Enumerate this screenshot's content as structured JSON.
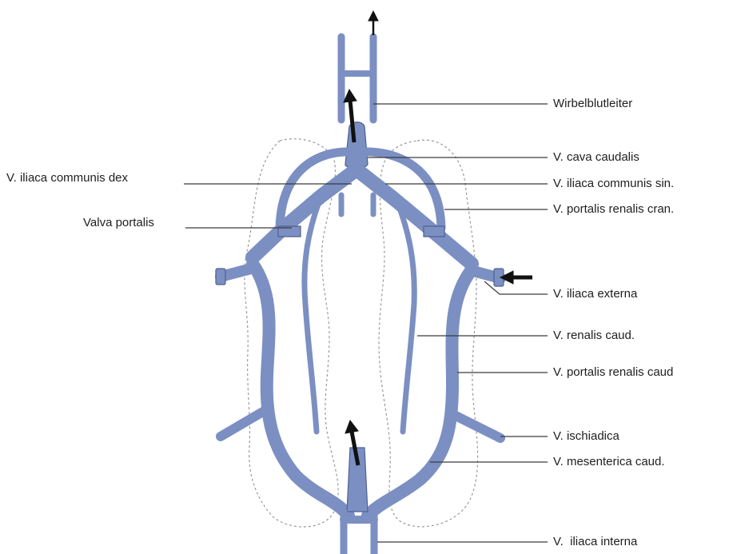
{
  "labels": {
    "wirbelblutleiter": "Wirbelblutleiter",
    "cava_caudalis": "V. cava caudalis",
    "iliaca_communis_dex": "V. iliaca communis dex",
    "iliaca_communis_sin": "V. iliaca communis sin.",
    "valva_portalis": "Valva portalis",
    "portalis_renalis_cran": "V. portalis renalis cran.",
    "iliaca_externa": "V. iliaca externa",
    "renalis_caud": "V. renalis caud.",
    "portalis_renalis_caud": "V. portalis renalis caud",
    "ischiadica": "V. ischiadica",
    "mesenterica_caud": "V. mesenterica caud.",
    "iliaca_interna": "V.  iliaca interna"
  },
  "colors": {
    "vein_fill": "#7b8fc2",
    "vein_edge": "#4f618f",
    "kidney_outline": "#9a9a9a",
    "arrow": "#111111",
    "leader": "#3a3a3a"
  }
}
